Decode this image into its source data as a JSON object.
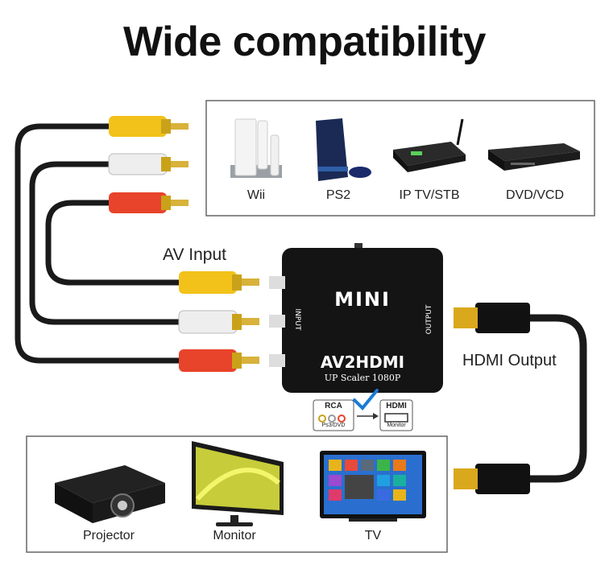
{
  "title": "Wide compatibility",
  "top_devices": [
    {
      "label": "Wii",
      "icon": "wii-console-icon"
    },
    {
      "label": "PS2",
      "icon": "ps2-console-icon"
    },
    {
      "label": "IP TV/STB",
      "icon": "set-top-box-icon"
    },
    {
      "label": "DVD/VCD",
      "icon": "dvd-player-icon"
    }
  ],
  "bottom_devices": [
    {
      "label": "Projector",
      "icon": "projector-icon"
    },
    {
      "label": "Monitor",
      "icon": "monitor-icon"
    },
    {
      "label": "TV",
      "icon": "tv-icon"
    }
  ],
  "av_input_label": "AV Input",
  "hdmi_output_label": "HDMI Output",
  "device": {
    "brand": "MINI",
    "model": "AV2HDMI",
    "subtitle": "UP Scaler 1080P",
    "input_side": "INPUT",
    "output_side": "OUTPUT"
  },
  "conversion": {
    "from": "RCA",
    "from_sub": "Ps3/DVD",
    "to": "HDMI",
    "to_sub": "Monitor"
  },
  "colors": {
    "rca_yellow": "#f2c21a",
    "rca_white": "#eeeeee",
    "rca_red": "#e8432b",
    "check_blue": "#1a7ad6"
  }
}
